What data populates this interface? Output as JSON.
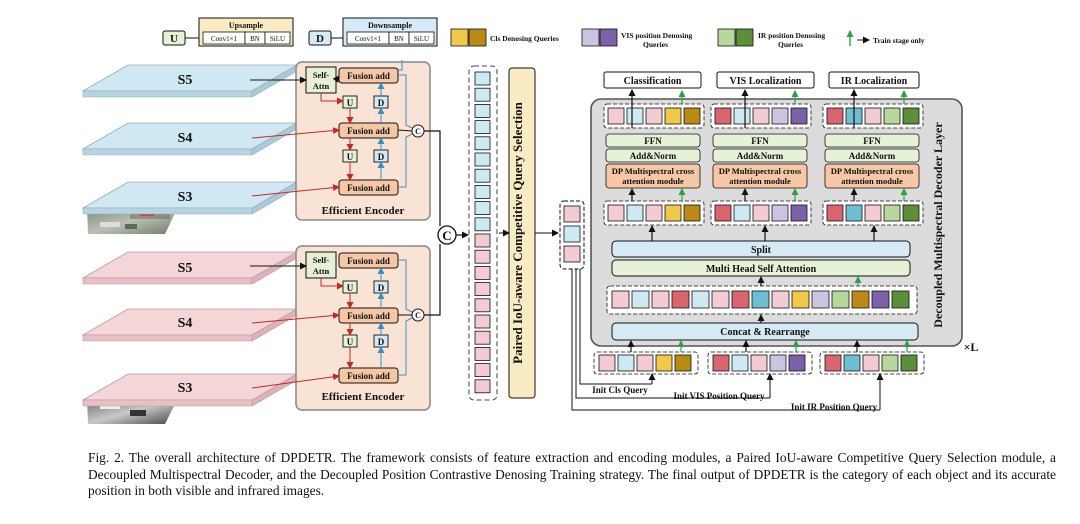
{
  "legend": {
    "upsample": {
      "letter": "U",
      "title": "Upsample",
      "cells": [
        "Conv1×1",
        "BN",
        "SiLU"
      ]
    },
    "downsample": {
      "letter": "D",
      "title": "Downsample",
      "cells": [
        "Conv1×1",
        "BN",
        "SiLU"
      ]
    },
    "cls_queries": "Cls Denosing Queries",
    "vis_queries_1": "VIS position Denosing",
    "vis_queries_2": "Queries",
    "ir_queries_1": "IR position Denosing",
    "ir_queries_2": "Queries",
    "train_only": "Train stage only"
  },
  "backbone": {
    "scales": [
      "S5",
      "S4",
      "S3"
    ]
  },
  "encoder": {
    "self_attn_1": "Self-",
    "self_attn_2": "Attn",
    "fusion": "Fusion add",
    "up": "U",
    "down": "D",
    "concat": "C",
    "title": "Efficient Encoder"
  },
  "concat_big": "C",
  "query_selection": "Paired IoU-aware Competitive Query Selection",
  "decoder": {
    "layer_label": "Decoupled Multispectral Decoder Layer",
    "repeat": "×L",
    "heads": [
      "Classification",
      "VIS Localization",
      "IR Localization"
    ],
    "ffn": "FFN",
    "addnorm": "Add&Norm",
    "dp_1": "DP Multispectral cross",
    "dp_2": "attention module",
    "split": "Split",
    "mhsa": "Multi Head Self Attention",
    "concat": "Concat & Rearrange"
  },
  "init_queries": [
    "Init Cls Query",
    "Init VIS Position Query",
    "Init IR Position Query"
  ],
  "caption": "Fig. 2.  The overall architecture of DPDETR. The framework consists of feature extraction and encoding modules, a Paired IoU-aware Competitive Query Selection module, a Decoupled Multispectral Decoder, and the Decoupled Position Contrastive Denosing Training strategy. The final output of DPDETR is the category of each object and its accurate position in both visible and infrared images.",
  "colors": {
    "vis_plane": "#cfe8f2",
    "ir_plane": "#f4d6d9",
    "encoder_bg": "#f9e3d5",
    "fusion": "#f5c7a4",
    "selfattn": "#e5f0d4",
    "green_block": "#e6f2d6",
    "blue_block": "#d6eaf5",
    "gold": "#f2c84b",
    "olive": "#b98a16",
    "lavender": "#cdc3e3",
    "purple": "#7b61a8",
    "lightgreen": "#b8d79a",
    "darkgreen": "#5d8f3a",
    "pink": "#f2cbd3",
    "red": "#d9656f",
    "teal": "#6fbfd4",
    "lightblue": "#cde9f3",
    "arrow_red": "#c62828",
    "arrow_blue": "#3a8fbf",
    "arrow_green": "#2e9e4a"
  }
}
